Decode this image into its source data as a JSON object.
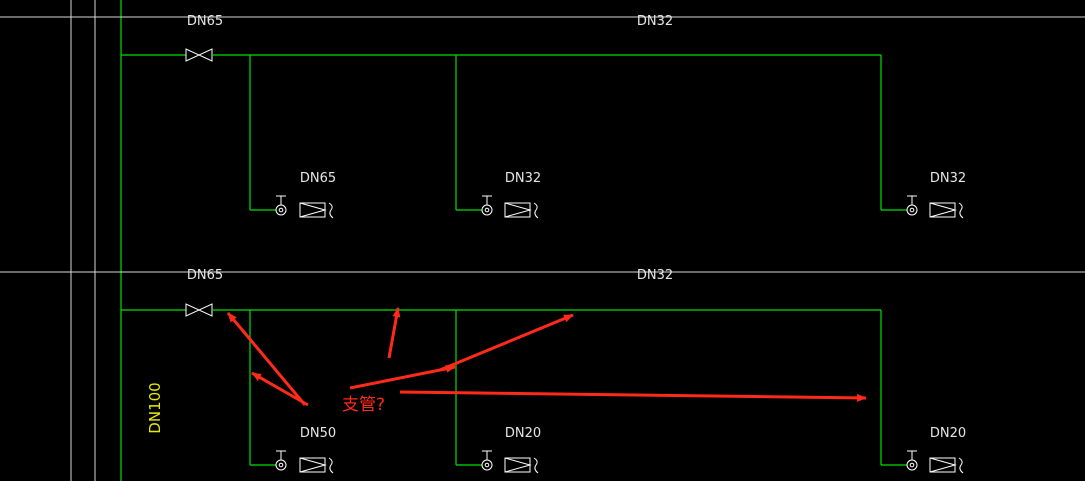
{
  "colors": {
    "background": "#000000",
    "pipe": "#00e000",
    "grid": "#d8d8d8",
    "symbol": "#ffffff",
    "label": "#e6e6e6",
    "riser_label": "#e8e800",
    "annotation": "#ff2a1a"
  },
  "riser": {
    "label": "DN100"
  },
  "rows": [
    {
      "main_valve_label": "DN65",
      "main_pipe_label": "DN32",
      "branches": [
        {
          "label": "DN65"
        },
        {
          "label": "DN32"
        },
        {
          "label": "DN32"
        }
      ]
    },
    {
      "main_valve_label": "DN65",
      "main_pipe_label": "DN32",
      "branches": [
        {
          "label": "DN50"
        },
        {
          "label": "DN20"
        },
        {
          "label": "DN20"
        }
      ]
    }
  ],
  "annotation": {
    "text": "支管?"
  }
}
